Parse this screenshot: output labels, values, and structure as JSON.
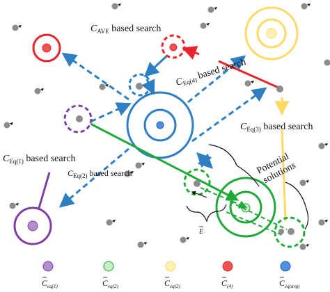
{
  "colors": {
    "blue": "#2e7ec2",
    "navy": "#1f5fae",
    "red": "#e8232a",
    "yellow": "#ffd966",
    "green": "#1faa3a",
    "purple": "#7f3fa0",
    "gray": "#8c8c8c",
    "black": "#111111"
  },
  "labels": {
    "cave": {
      "C": "C",
      "sub": "AVE",
      "rest": " based search"
    },
    "ceq4": {
      "C": "C",
      "sub": "Eq(4)",
      "rest": " based search"
    },
    "ceq3": {
      "C": "C",
      "sub": "Eq(3)",
      "rest": " based search"
    },
    "ceq1": {
      "C": "C",
      "sub": "Eq(1)",
      "rest": " based search"
    },
    "ceq2": {
      "C": "C",
      "sub": "Eq(2)",
      "rest": " based search"
    },
    "potential": [
      "Potential",
      "solutions"
    ],
    "e_vec": "E"
  },
  "legend": [
    {
      "name": "legend-eq1",
      "color": "#b48fd0",
      "stroke": "#7f3fa0",
      "C": "C",
      "sub": "eq(1)"
    },
    {
      "name": "legend-eq2",
      "color": "#c9ecc4",
      "stroke": "#1faa3a",
      "C": "C",
      "sub": "eq(2)"
    },
    {
      "name": "legend-eq3",
      "color": "#fff0b3",
      "stroke": "#ffd966",
      "C": "C",
      "sub": "eq(3)"
    },
    {
      "name": "legend-eq4",
      "color": "#ef5350",
      "stroke": "#e8232a",
      "C": "C",
      "sub": "(4)"
    },
    {
      "name": "legend-eqavg",
      "color": "#4f8fe0",
      "stroke": "#1f5fae",
      "C": "C",
      "sub": "eq(avg)"
    }
  ]
}
